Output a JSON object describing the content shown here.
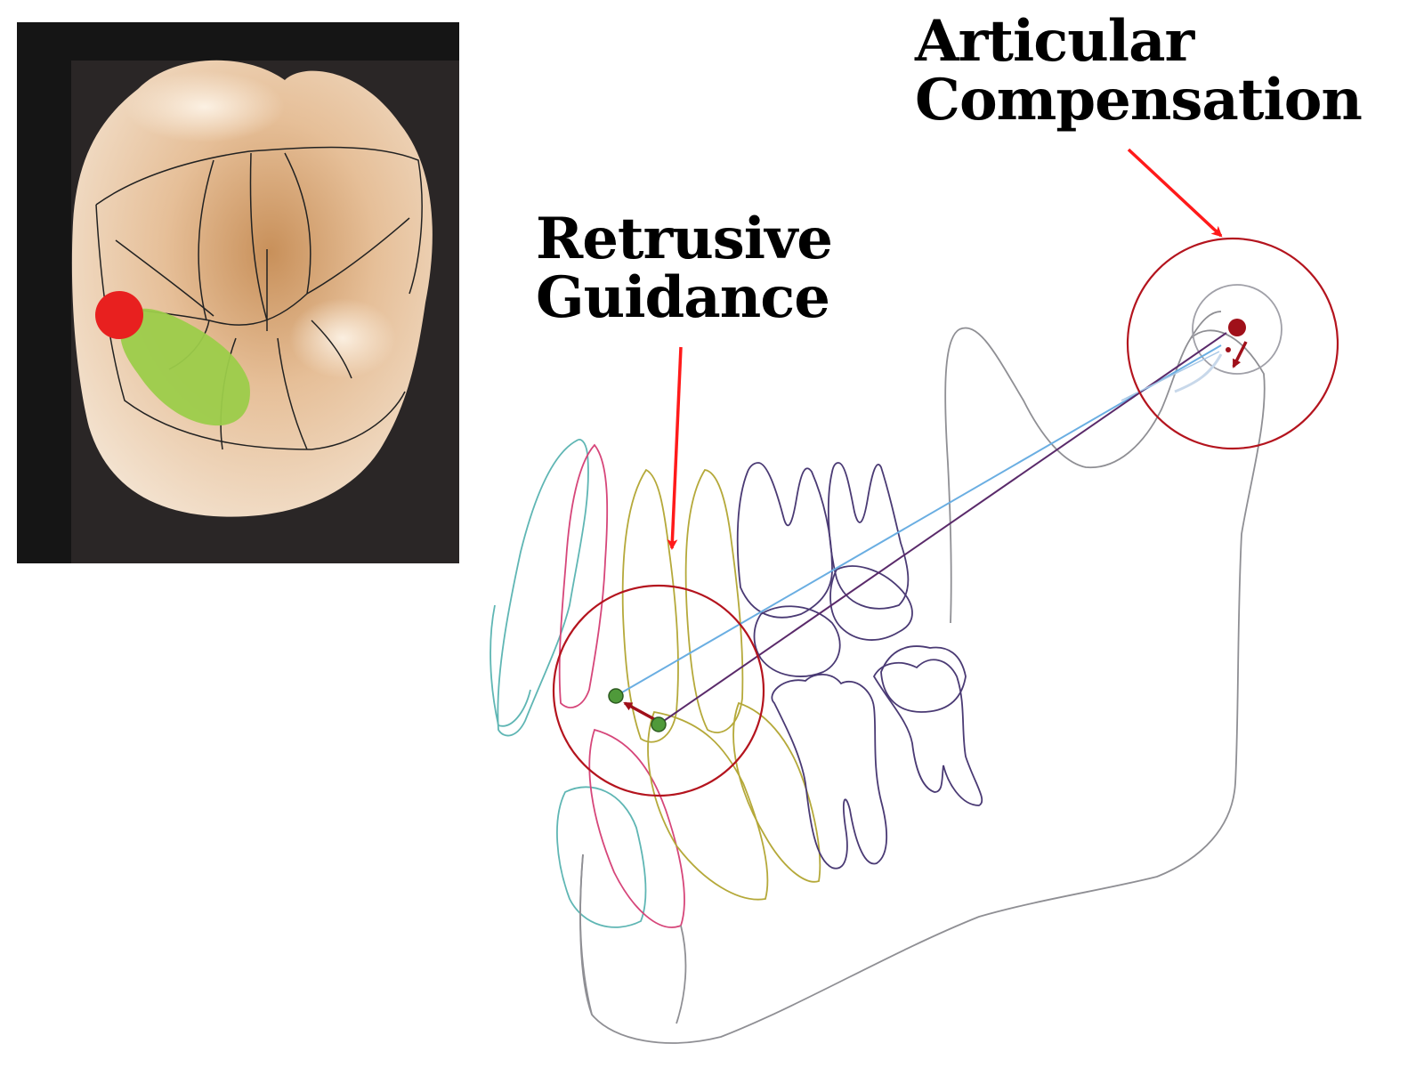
{
  "labels": {
    "articular_line1": "Articular",
    "articular_line2": "Compensation",
    "retrusive_line1": "Retrusive",
    "retrusive_line2": "Guidance"
  },
  "colors": {
    "annotation_arrow": "#ff1a1a",
    "highlight_circle": "#b4141e",
    "contact_point_red": "#e8201f",
    "contact_path_green": "#9ccc4a",
    "movement_dot_green": "#4f9a3a",
    "line_blue": "#6aaee2",
    "line_purple": "#5a2a6a",
    "jaw_outline": "#8f8f94",
    "photo_background": "#1a1a1a"
  },
  "panels": {
    "tooth_photo": {
      "description_icon": "molar-occlusal-icon"
    },
    "jaw_diagram": {
      "description_icon": "mandible-outline-icon"
    }
  }
}
